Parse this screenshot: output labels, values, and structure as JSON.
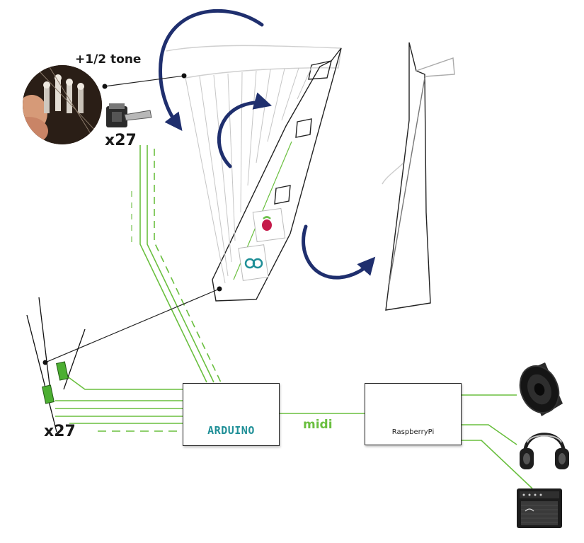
{
  "labels": {
    "half_tone": "+1/2 tone",
    "multiplier_top": "x27",
    "multiplier_bottom": "x27",
    "midi": "midi"
  },
  "boxes": {
    "arduino": "ARDUINO",
    "raspberry_pi": "RaspberryPi"
  },
  "icons": [
    "photo-of-harp-levers-icon",
    "toggle-switch-icon",
    "loudspeaker-icon",
    "headphones-icon",
    "guitar-amplifier-icon",
    "arduino-logo-icon",
    "raspberry-pi-logo-icon"
  ],
  "colors": {
    "wire_green": "#6abf3f",
    "arrow_blue": "#1f2f6e",
    "arduino_teal": "#1f8f97",
    "raspberry_red": "#c51a4a",
    "leaf_green": "#6cc04a"
  }
}
